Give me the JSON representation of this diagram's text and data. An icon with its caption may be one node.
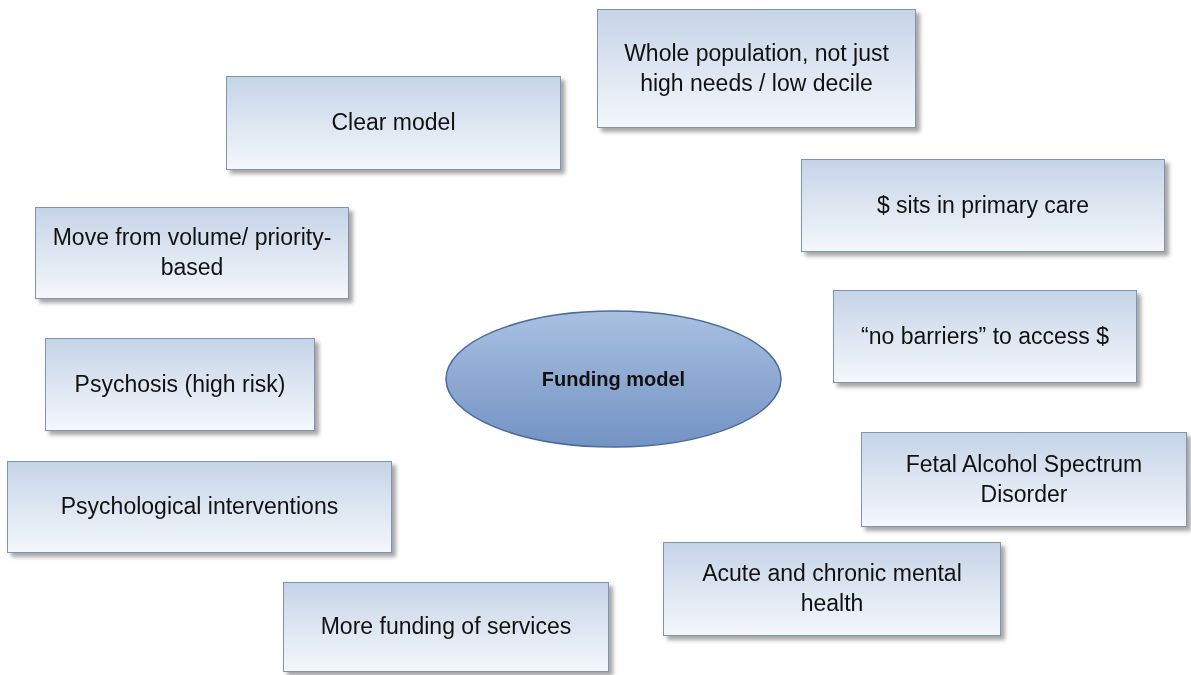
{
  "diagram": {
    "nodes": [
      {
        "text": [
          "Whole population, not just high needs / low decile"
        ]
      },
      {
        "text": [
          "Clear model"
        ]
      },
      {
        "text": [
          "$ sits in primary care"
        ]
      },
      {
        "text": [
          "Move from volume/ priority-based"
        ]
      },
      {
        "text": [
          "“no barriers” to access $"
        ]
      },
      {
        "text": [
          "Funding model"
        ]
      },
      {
        "text": [
          "Psychosis (high risk)"
        ]
      },
      {
        "text": [
          "Fetal Alcohol Spectrum Disorder"
        ]
      },
      {
        "text": [
          "Psychological interventions"
        ]
      },
      {
        "text": [
          "Acute and chronic mental health"
        ]
      },
      {
        "text": [
          "More funding of services"
        ]
      }
    ]
  }
}
